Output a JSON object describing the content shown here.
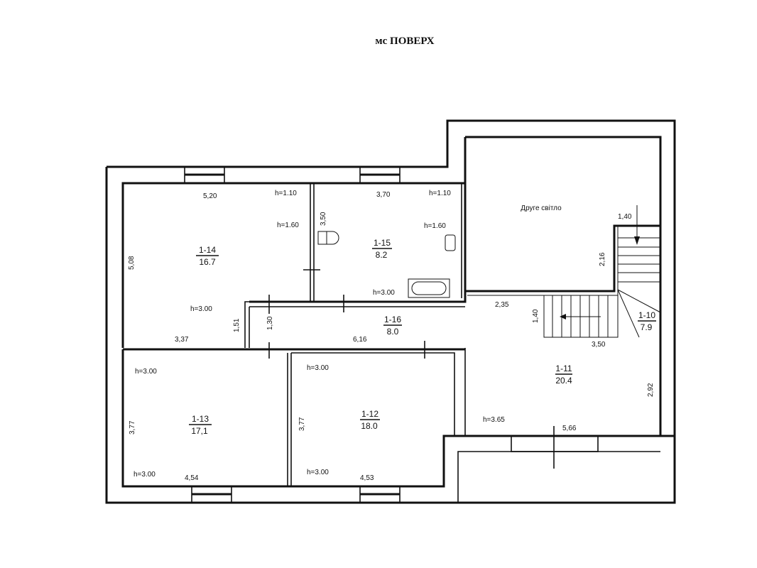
{
  "title": "мс ПОВЕРХ",
  "rooms": {
    "r14": {
      "id": "1-14",
      "area": "16.7"
    },
    "r15": {
      "id": "1-15",
      "area": "8.2"
    },
    "r16": {
      "id": "1-16",
      "area": "8.0"
    },
    "r13": {
      "id": "1-13",
      "area": "17,1"
    },
    "r12": {
      "id": "1-12",
      "area": "18.0"
    },
    "r11": {
      "id": "1-11",
      "area": "20.4"
    },
    "r10": {
      "id": "1-10",
      "area": "7.9"
    },
    "void": "Друге світло"
  },
  "dims": {
    "d520": "5,20",
    "d508": "5,08",
    "d337": "3,37",
    "d151": "1,51",
    "d370": "3,70",
    "d350a": "3,50",
    "d130": "1,30",
    "d616": "6,16",
    "d235": "2,35",
    "d140a": "1,40",
    "d140b": "1,40",
    "d216": "2,16",
    "d350b": "3,50",
    "d292": "2,92",
    "d566": "5,66",
    "d377a": "3,77",
    "d454": "4,54",
    "d377b": "3,77",
    "d453": "4,53"
  },
  "heights": {
    "h14a": "h=1.10",
    "h14b": "h=1.60",
    "h14c": "h=3.00",
    "h15a": "h=1.10",
    "h15b": "h=1.60",
    "h15c": "h=3.00",
    "h13a": "h=3.00",
    "h13b": "h=3.00",
    "h12a": "h=3.00",
    "h12b": "h=3.00",
    "h11": "h=3.65"
  }
}
